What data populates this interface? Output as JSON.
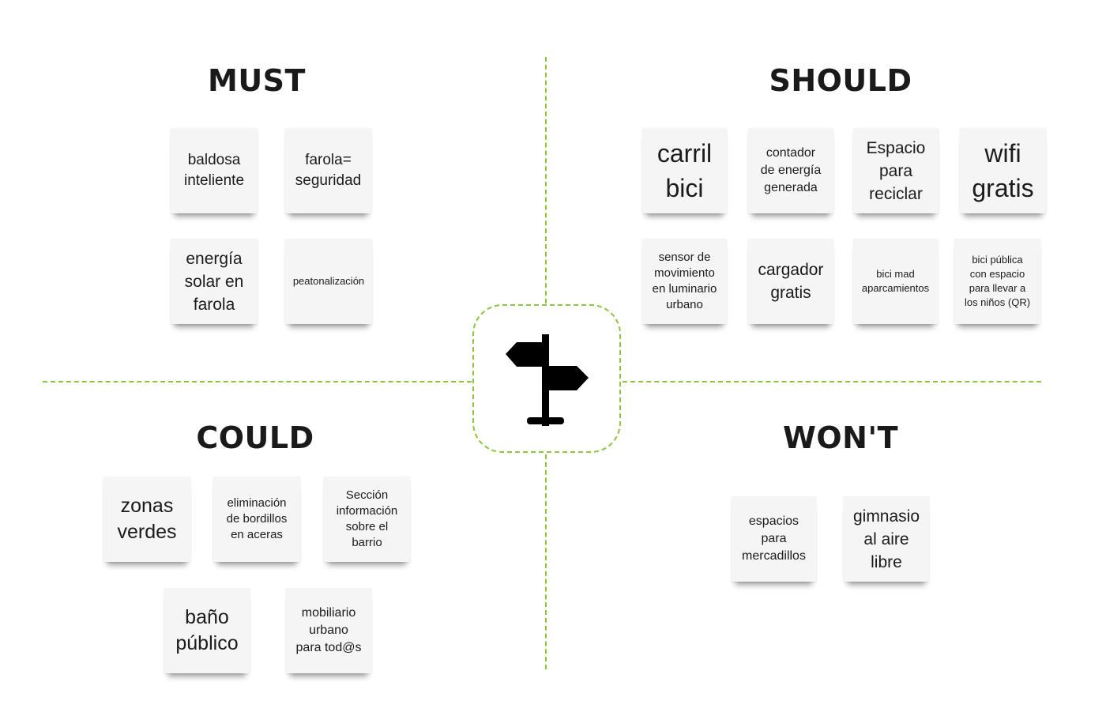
{
  "quadrants": {
    "must": {
      "title": "MUST",
      "notes": [
        "baldosa\ninteliente",
        "farola=\nseguridad",
        "energía\nsolar en\nfarola",
        "peatonalización"
      ]
    },
    "should": {
      "title": "SHOULD",
      "notes": [
        "carril\nbici",
        "contador\nde energía\ngenerada",
        "Espacio\npara\nreciclar",
        "wifi\ngratis",
        "sensor de\nmovimiento\nen luminario\nurbano",
        "cargador\ngratis",
        "bici mad\naparcamientos",
        "bici pública\ncon espacio\npara llevar a\nlos niños (QR)"
      ]
    },
    "could": {
      "title": "COULD",
      "notes": [
        "zonas\nverdes",
        "eliminación\nde bordillos\nen aceras",
        "Sección\ninformación\nsobre el\nbarrio",
        "baño\npúblico",
        "mobiliario\nurbano\npara tod@s"
      ]
    },
    "wont": {
      "title": "WON'T",
      "notes": [
        "espacios\npara\nmercadillos",
        "gimnasio\nal aire\nlibre"
      ]
    }
  },
  "center_icon": "signpost-icon",
  "colors": {
    "divider": "#8cc63f",
    "note_background": "#f5f5f5",
    "text": "#1b1b1b"
  }
}
